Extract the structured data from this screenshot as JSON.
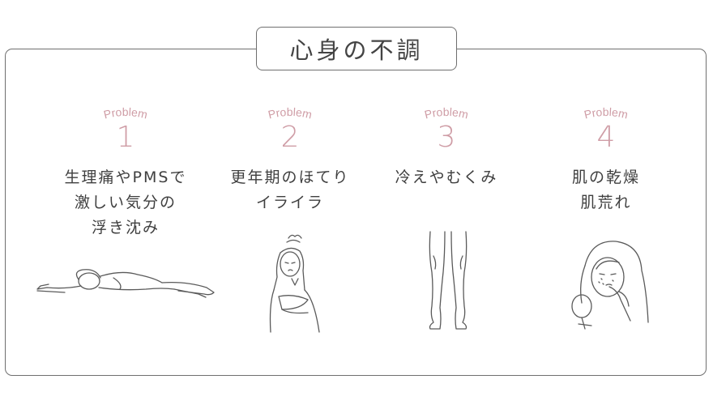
{
  "title": "心身の不調",
  "problems": [
    {
      "label": "Problem",
      "number": "1",
      "lines": [
        "生理痛やPMSで",
        "激しい気分の",
        "浮き沈み"
      ],
      "illustration": "woman-lying-down"
    },
    {
      "label": "Problem",
      "number": "2",
      "lines": [
        "更年期のほてり",
        "イライラ"
      ],
      "illustration": "irritated-woman"
    },
    {
      "label": "Problem",
      "number": "3",
      "lines": [
        "冷えやむくみ"
      ],
      "illustration": "legs"
    },
    {
      "label": "Problem",
      "number": "4",
      "lines": [
        "肌の乾燥",
        "肌荒れ"
      ],
      "illustration": "woman-with-mirror"
    }
  ],
  "colors": {
    "accent": "#cf9da6",
    "text": "#444444",
    "border": "#6f6f6f"
  }
}
